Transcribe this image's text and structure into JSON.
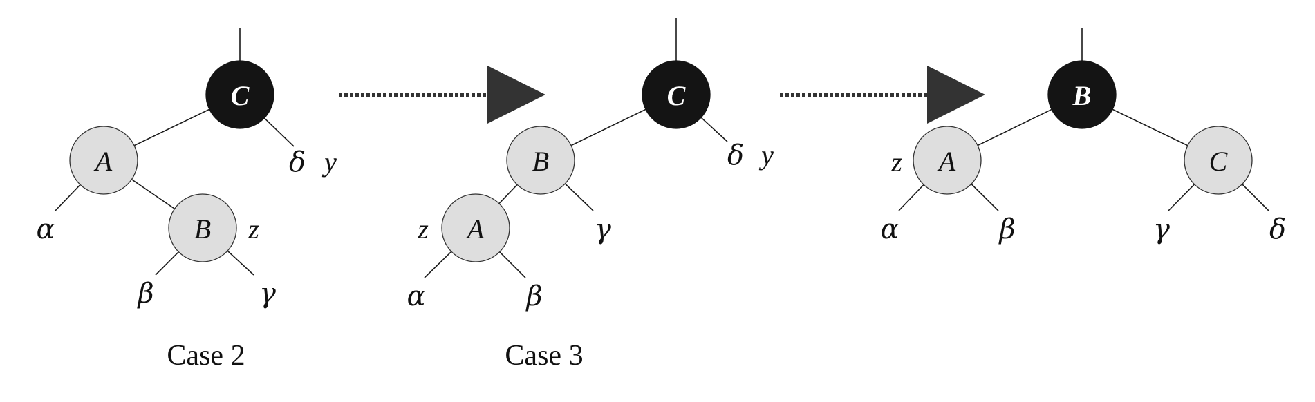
{
  "colors": {
    "red_node": "#dedede",
    "black_node": "#141414",
    "arrow": "#333333"
  },
  "panels": [
    {
      "caption": "Case 2",
      "nodes": [
        {
          "key": "C",
          "color": "black"
        },
        {
          "key": "A",
          "color": "red"
        },
        {
          "key": "B",
          "color": "red"
        }
      ],
      "subtrees": [
        "α",
        "β",
        "γ",
        "δ"
      ],
      "pointers": [
        "y",
        "z"
      ]
    },
    {
      "caption": "Case 3",
      "nodes": [
        {
          "key": "C",
          "color": "black"
        },
        {
          "key": "B",
          "color": "red"
        },
        {
          "key": "A",
          "color": "red"
        }
      ],
      "subtrees": [
        "α",
        "β",
        "γ",
        "δ"
      ],
      "pointers": [
        "y",
        "z"
      ]
    },
    {
      "caption": "",
      "nodes": [
        {
          "key": "B",
          "color": "black"
        },
        {
          "key": "A",
          "color": "red"
        },
        {
          "key": "C",
          "color": "red"
        }
      ],
      "subtrees": [
        "α",
        "β",
        "γ",
        "δ"
      ],
      "pointers": [
        "z"
      ]
    }
  ]
}
